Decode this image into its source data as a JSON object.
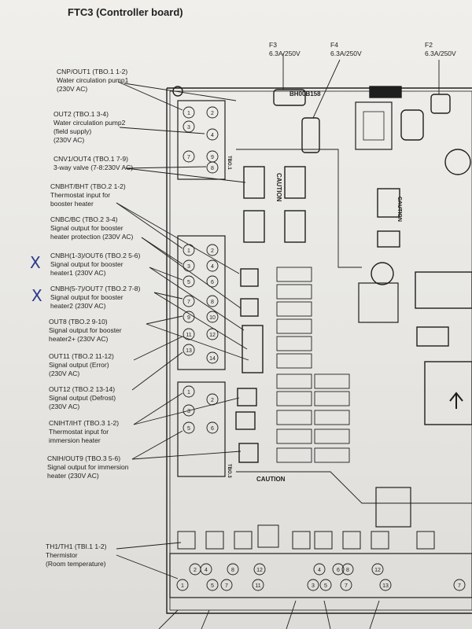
{
  "title": "FTC3 (Controller board)",
  "fuses": [
    {
      "name": "F3",
      "rating": "6.3A/250V"
    },
    {
      "name": "F4",
      "rating": "6.3A/250V"
    },
    {
      "name": "F2",
      "rating": "6.3A/250V"
    }
  ],
  "labels": [
    {
      "lines": [
        "CNP/OUT1 (TBO.1  1-2)",
        "Water circulation pump1",
        "(230V AC)"
      ]
    },
    {
      "lines": [
        "OUT2 (TBO.1  3-4)",
        "Water circulation pump2",
        "(field supply)",
        "(230V AC)"
      ]
    },
    {
      "lines": [
        "CNV1/OUT4 (TBO.1  7-9)",
        "3-way valve (7-8:230V AC)"
      ]
    },
    {
      "lines": [
        "CNBHT/BHT (TBO.2  1-2)",
        "Thermostat input for",
        "booster heater"
      ]
    },
    {
      "lines": [
        "CNBC/BC (TBO.2  3-4)",
        "Signal output for booster",
        "heater protection (230V AC)"
      ]
    },
    {
      "lines": [
        "CNBH(1-3)/OUT6 (TBO.2  5-6)",
        "Signal output for booster",
        "heater1 (230V AC)"
      ]
    },
    {
      "lines": [
        "CNBH(5-7)/OUT7 (TBO.2  7-8)",
        "Signal output for booster",
        "heater2 (230V AC)"
      ]
    },
    {
      "lines": [
        "OUT8 (TBO.2  9-10)",
        "Signal output for booster",
        "heater2+ (230V AC)"
      ]
    },
    {
      "lines": [
        "OUT11 (TBO.2  11-12)",
        "Signal output (Error)",
        "(230V AC)"
      ]
    },
    {
      "lines": [
        "OUT12 (TBO.2  13-14)",
        "Signal output (Defrost)",
        "(230V AC)"
      ]
    },
    {
      "lines": [
        "CNIHT/IHT (TBO.3  1-2)",
        "Thermostat input for",
        "immersion heater"
      ]
    },
    {
      "lines": [
        "CNIH/OUT9 (TBO.3  5-6)",
        "Signal output for immersion",
        "heater (230V AC)"
      ]
    },
    {
      "lines": [
        "TH1/TH1 (TBI.1  1-2)",
        "Thermistor",
        "(Room temperature)"
      ]
    }
  ],
  "handwritten_mark": "X",
  "board_text": {
    "part_no": "BH00B158",
    "caution_1": "CAUTION",
    "caution_2": "CAUTION",
    "caution_3": "CAUTION",
    "tb_o1": "TBO.1",
    "tb_o3": "TBO.3"
  }
}
